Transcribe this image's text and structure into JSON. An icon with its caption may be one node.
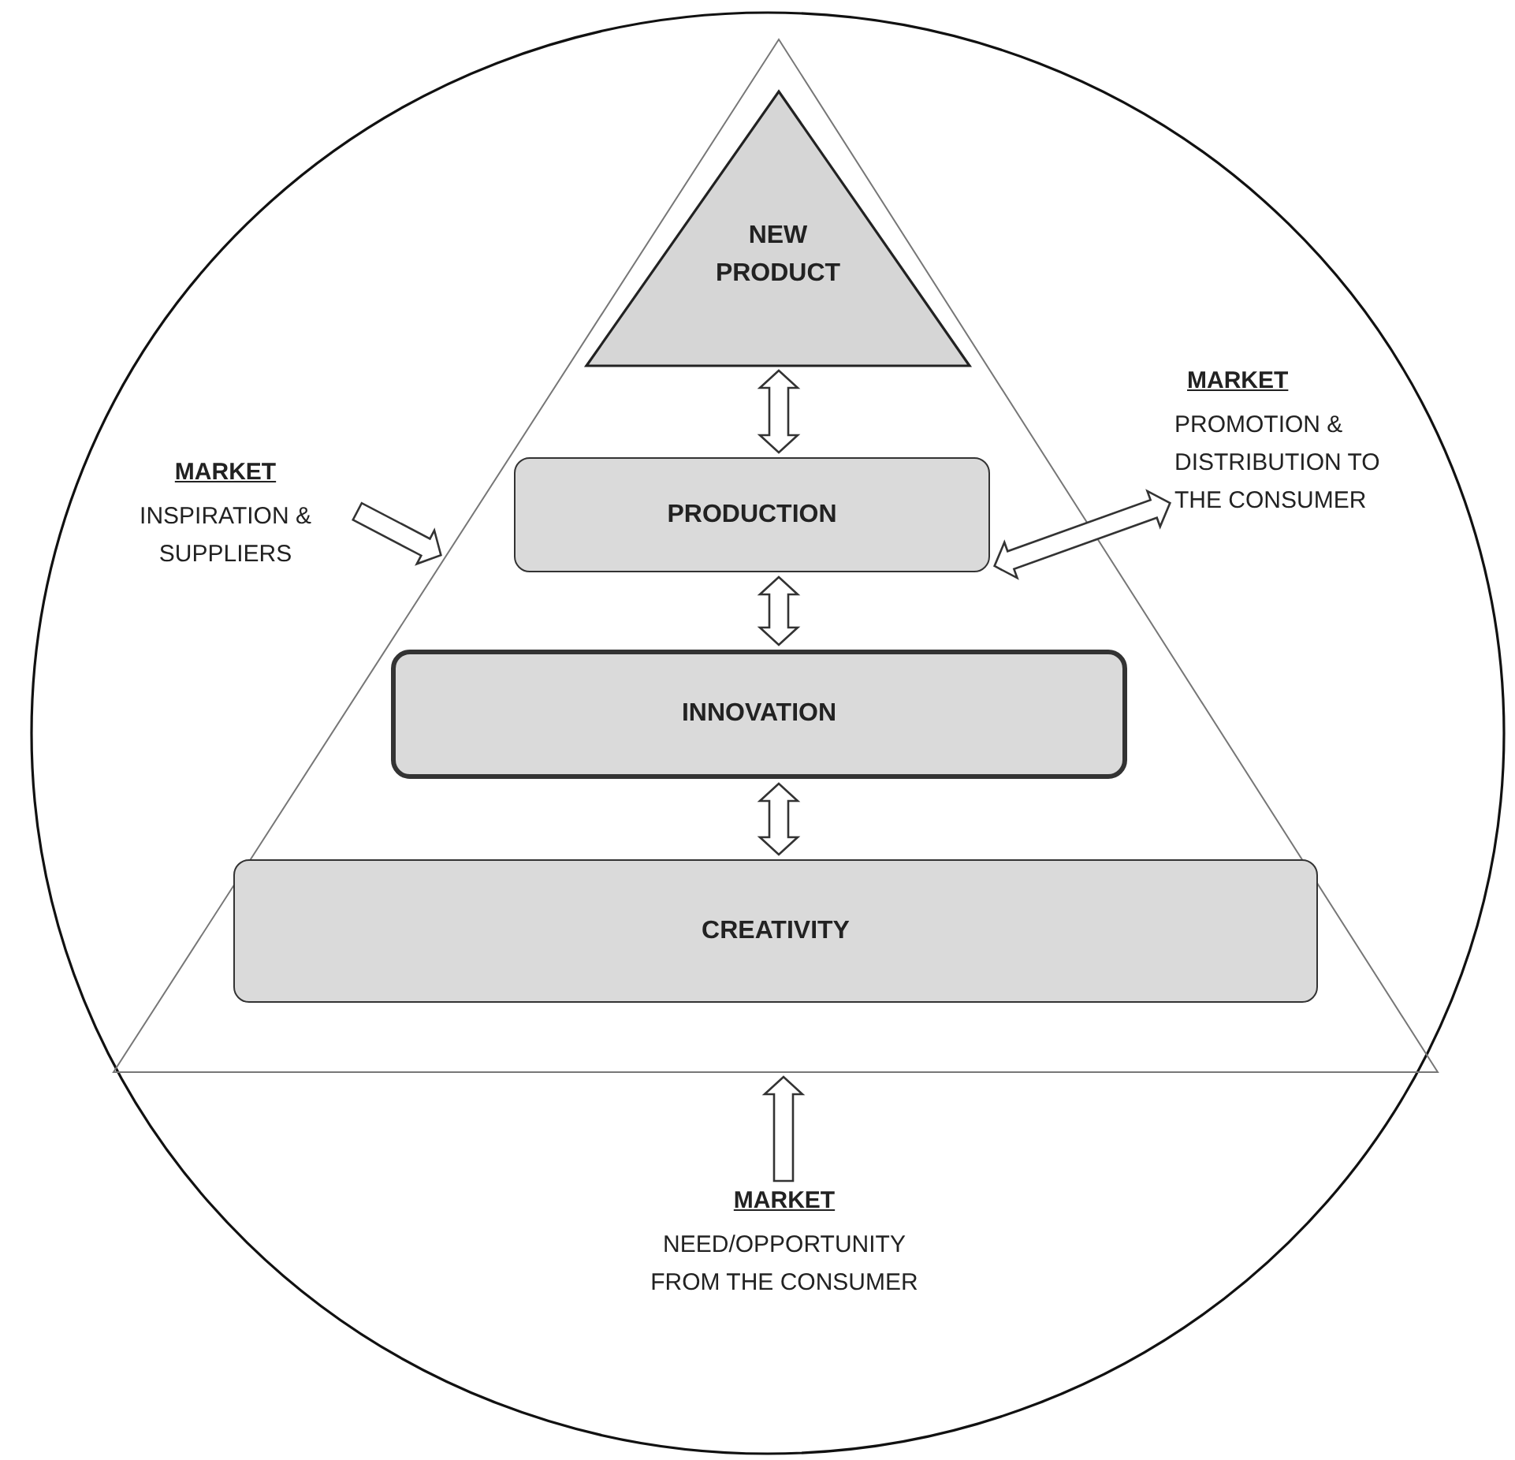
{
  "diagram": {
    "nodes": [
      {
        "text": [],
        "shape": "circle"
      },
      {
        "text": [],
        "shape": "triangle",
        "in": 0
      },
      {
        "text": [
          "NEW PRODUCT"
        ],
        "in": 1
      },
      {
        "text": [
          "PRODUCTION"
        ],
        "in": 1
      },
      {
        "text": [
          "INNOVATION"
        ],
        "in": 1
      },
      {
        "text": [
          "CREATIVITY"
        ],
        "in": 1
      },
      {
        "text": [
          "MARKET",
          "INSPIRATION & SUPPLIERS"
        ],
        "in": 0
      },
      {
        "text": [
          "MARKET",
          "PROMOTION & DISTRIBUTION TO THE CONSUMER"
        ],
        "in": 0
      },
      {
        "text": [
          "MARKET",
          "NEED/OPPORTUNITY FROM THE CONSUMER"
        ],
        "in": 0
      }
    ],
    "edges": [
      {
        "from": 2,
        "to": 3,
        "arrow": "both"
      },
      {
        "from": 6,
        "to": 1,
        "arrow": "to"
      },
      {
        "from": 3,
        "to": 7,
        "arrow": "both"
      },
      {
        "from": 3,
        "to": 4,
        "arrow": "both"
      },
      {
        "from": 4,
        "to": 5,
        "arrow": "both"
      },
      {
        "from": 8,
        "to": 1,
        "arrow": "to"
      }
    ]
  }
}
